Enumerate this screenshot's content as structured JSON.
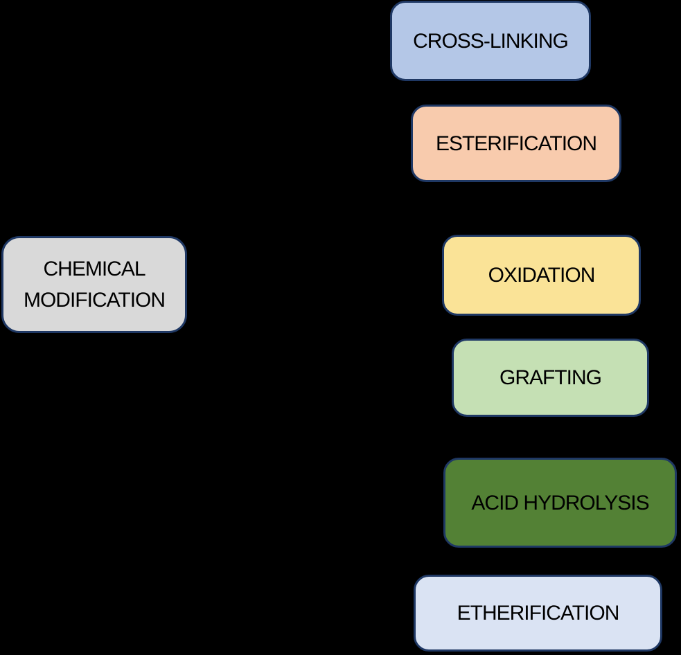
{
  "diagram": {
    "background_color": "#000000",
    "border_color": "#1f3864",
    "text_color": "#000000",
    "root": {
      "label": "CHEMICAL MODIFICATION",
      "fill": "#d9d9d9"
    },
    "nodes": [
      {
        "id": "chemical-modification",
        "label": "CHEMICAL MODIFICATION",
        "fill": "#d9d9d9",
        "border": "#1f3864"
      },
      {
        "id": "cross-linking",
        "label": "CROSS-LINKING",
        "fill": "#b4c7e7",
        "border": "#1f3864"
      },
      {
        "id": "esterification",
        "label": "ESTERIFICATION",
        "fill": "#f8cbad",
        "border": "#1f3864"
      },
      {
        "id": "oxidation",
        "label": "OXIDATION",
        "fill": "#fae397",
        "border": "#1f3864"
      },
      {
        "id": "grafting",
        "label": "GRAFTING",
        "fill": "#c5e0b4",
        "border": "#1f3864"
      },
      {
        "id": "acid-hydrolysis",
        "label": "ACID HYDROLYSIS",
        "fill": "#538135",
        "border": "#1f3864"
      },
      {
        "id": "etherification",
        "label": "ETHERIFICATION",
        "fill": "#dae3f3",
        "border": "#1f3864"
      }
    ]
  }
}
